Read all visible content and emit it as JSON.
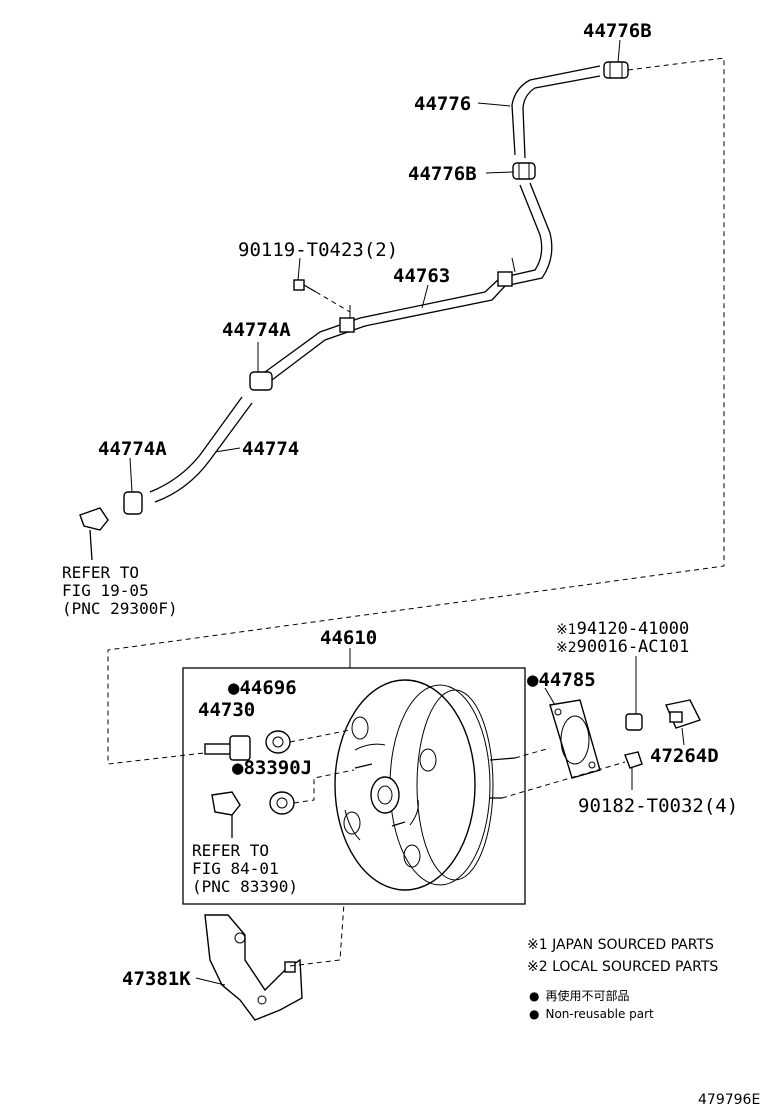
{
  "parts": {
    "p44776B_top": "44776B",
    "p44776": "44776",
    "p44776B_mid": "44776B",
    "p90119": "90119-T0423(2)",
    "p44763": "44763",
    "p44774A_upper": "44774A",
    "p44774A_lower": "44774A",
    "p44774": "44774",
    "p44610": "44610",
    "p44696": "44696",
    "p44730": "44730",
    "p83390J": "83390J",
    "p44785": "44785",
    "p94120": "94120-41000",
    "p90016": "90016-AC101",
    "p47264D": "47264D",
    "p90182": "90182-T0032(4)",
    "p47381K": "47381K"
  },
  "refs": {
    "ref1_line1": "REFER TO",
    "ref1_line2": "FIG 19-05",
    "ref1_line3": "(PNC 29300F)",
    "ref2_line1": "REFER TO",
    "ref2_line2": "FIG 84-01",
    "ref2_line3": "(PNC 83390)"
  },
  "marks": {
    "note1": "※1",
    "note2": "※2",
    "dot": "●"
  },
  "legend": {
    "japan": "※1 JAPAN SOURCED PARTS",
    "local": "※2 LOCAL SOURCED PARTS",
    "nonreuse_jp": "再使用不可部品",
    "nonreuse_en": "Non-reusable part"
  },
  "catalog_number": "479796E"
}
